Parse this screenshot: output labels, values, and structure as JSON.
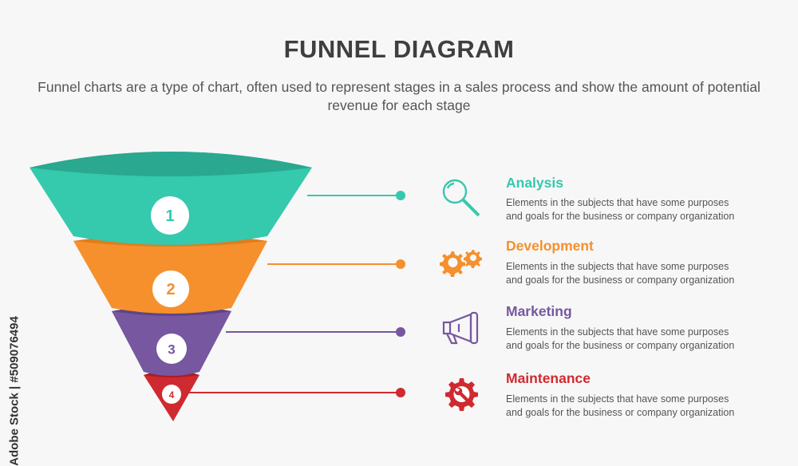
{
  "header": {
    "title": "FUNNEL DIAGRAM",
    "subtitle": "Funnel charts are a type of chart, often used to represent stages in a sales process and show the amount of potential revenue for each stage"
  },
  "watermark": "Adobe Stock | #509076494",
  "stages": [
    {
      "number": "1",
      "color": "#35c9ad",
      "color_dark": "#2aa890",
      "icon": "magnifier-icon",
      "title": "Analysis",
      "description_line1": "Elements in the subjects that have some purposes",
      "description_line2": "and goals for the  business or company organization"
    },
    {
      "number": "2",
      "color": "#f5902d",
      "color_dark": "#e07d1c",
      "icon": "gears-icon",
      "title": "Development",
      "description_line1": "Elements in the subjects that have some purposes",
      "description_line2": "and goals for the  business or company organization"
    },
    {
      "number": "3",
      "color": "#7657a0",
      "color_dark": "#5f4487",
      "icon": "megaphone-icon",
      "title": "Marketing",
      "description_line1": "Elements in the subjects that have some purposes",
      "description_line2": "and goals for the  business or company organization"
    },
    {
      "number": "4",
      "color": "#cf2a30",
      "color_dark": "#a91e24",
      "icon": "gear-wrench-icon",
      "title": "Maintenance",
      "description_line1": "Elements in the subjects that have some purposes",
      "description_line2": "and goals for the  business or company organization"
    }
  ]
}
